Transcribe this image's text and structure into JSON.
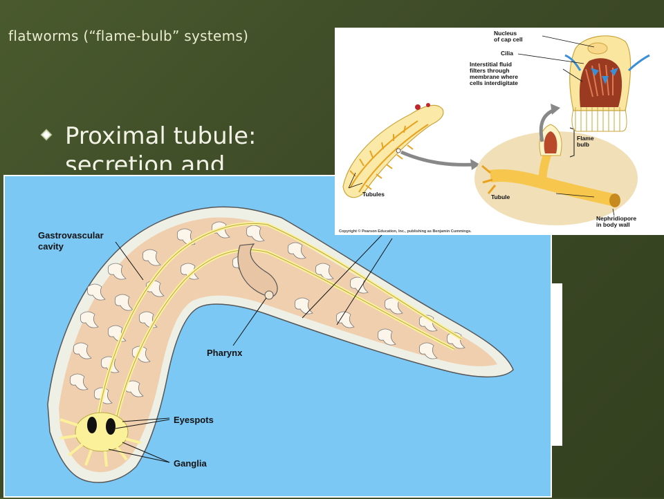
{
  "slide": {
    "title": "flatworms (“flame-bulb” systems)",
    "bullet_text": "Proximal tubule: secretion and"
  },
  "planarian_figure": {
    "labels": {
      "gastrovascular_line1": "Gastrovascular",
      "gastrovascular_line2": "cavity",
      "pharynx": "Pharynx",
      "eyespots": "Eyespots",
      "ganglia": "Ganglia"
    }
  },
  "flame_bulb_figure": {
    "labels": {
      "nucleus_line1": "Nucleus",
      "nucleus_line2": "of cap cell",
      "cilia": "Cilia",
      "interstitial_line1": "Interstitial fluid",
      "interstitial_line2": "filters through",
      "interstitial_line3": "membrane where",
      "interstitial_line4": "cells interdigitate",
      "flame_line1": "Flame",
      "flame_line2": "bulb",
      "tubules": "Tubules",
      "tubule": "Tubule",
      "nephridiopore_line1": "Nephridiopore",
      "nephridiopore_line2": "in body wall"
    },
    "copyright": "Copyright © Pearson Education, Inc., publishing as Benjamin Cummings."
  },
  "colors": {
    "slide_bg": "#3d4a27",
    "panel_sky": "#7cc8f5",
    "body_tan": "#f0cfae",
    "nerve_yellow": "#fbf19a",
    "gut_white": "#fbf5ea"
  }
}
